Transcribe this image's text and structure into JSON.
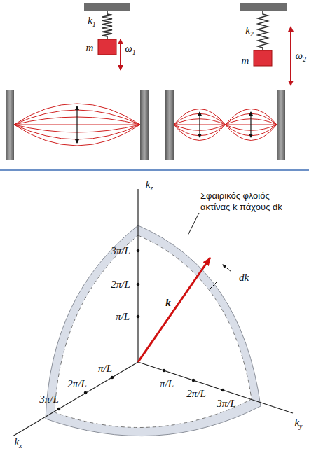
{
  "diagram": {
    "labels": [
      "k1",
      "m",
      "ω1",
      "k2",
      "m",
      "ω2",
      "kz",
      "Σφαιρικός φλοιός ακτίνας k πάχους dk",
      "3π/L",
      "2π/L",
      "π/L",
      "k",
      "dk",
      "π/L",
      "2π/L",
      "3π/L",
      "π/L",
      "2π/L",
      "3π/L",
      "kx",
      "ky"
    ]
  }
}
